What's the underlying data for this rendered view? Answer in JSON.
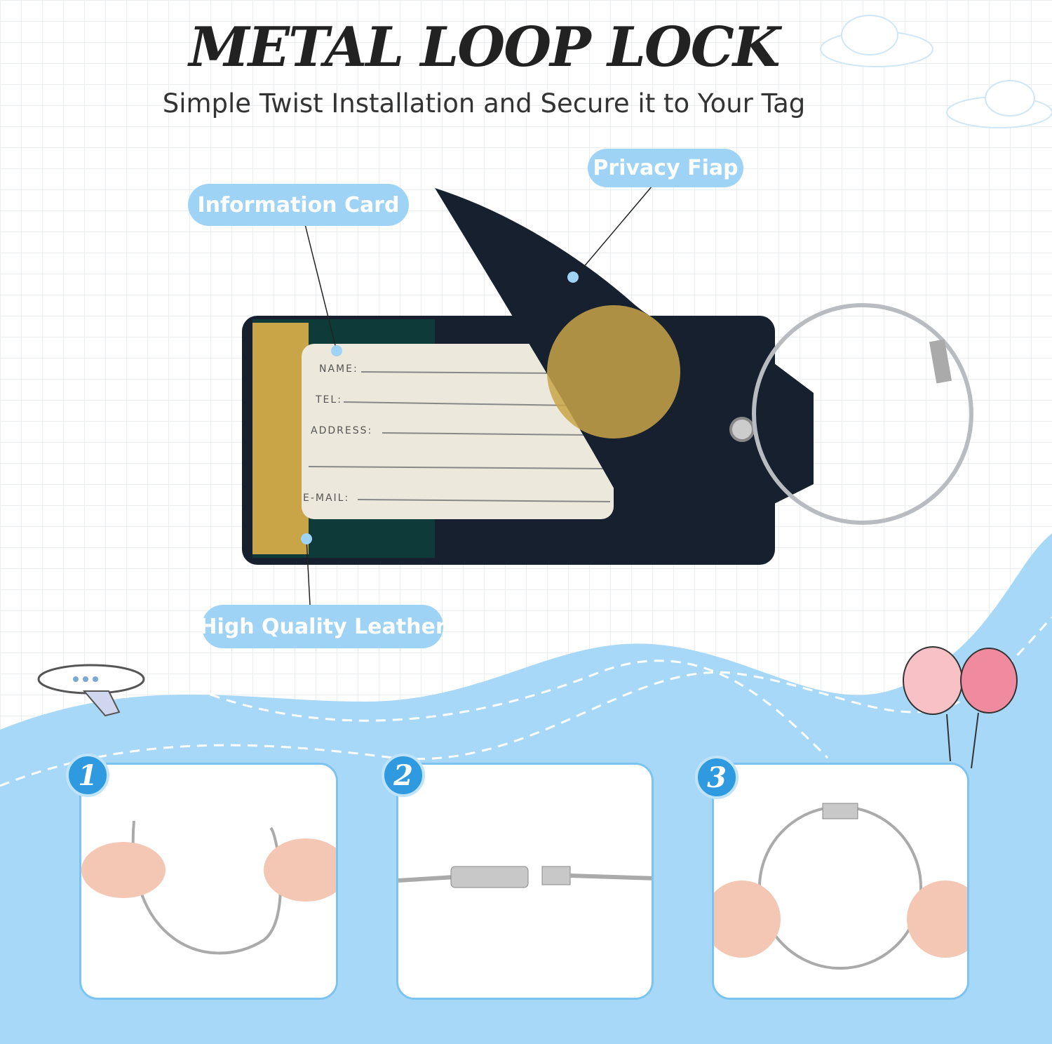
{
  "header": {
    "title": "METAL LOOP LOCK",
    "subtitle": "Simple Twist Installation and Secure it to Your Tag"
  },
  "callouts": {
    "information_card": "Information Card",
    "privacy_flap": "Privacy Fiap",
    "leather": "High Quality Leather"
  },
  "tag_card": {
    "fields": [
      "NAME:",
      "TEL:",
      "ADDRESS:",
      "E-MAIL:"
    ]
  },
  "steps": [
    {
      "number": "1"
    },
    {
      "number": "2"
    },
    {
      "number": "3"
    }
  ],
  "colors": {
    "accent": "#9fd3f5",
    "wave": "#a8d8f7",
    "tag_dark": "#16202e",
    "tag_green": "#0e3a3a",
    "gold": "#c9a548"
  }
}
